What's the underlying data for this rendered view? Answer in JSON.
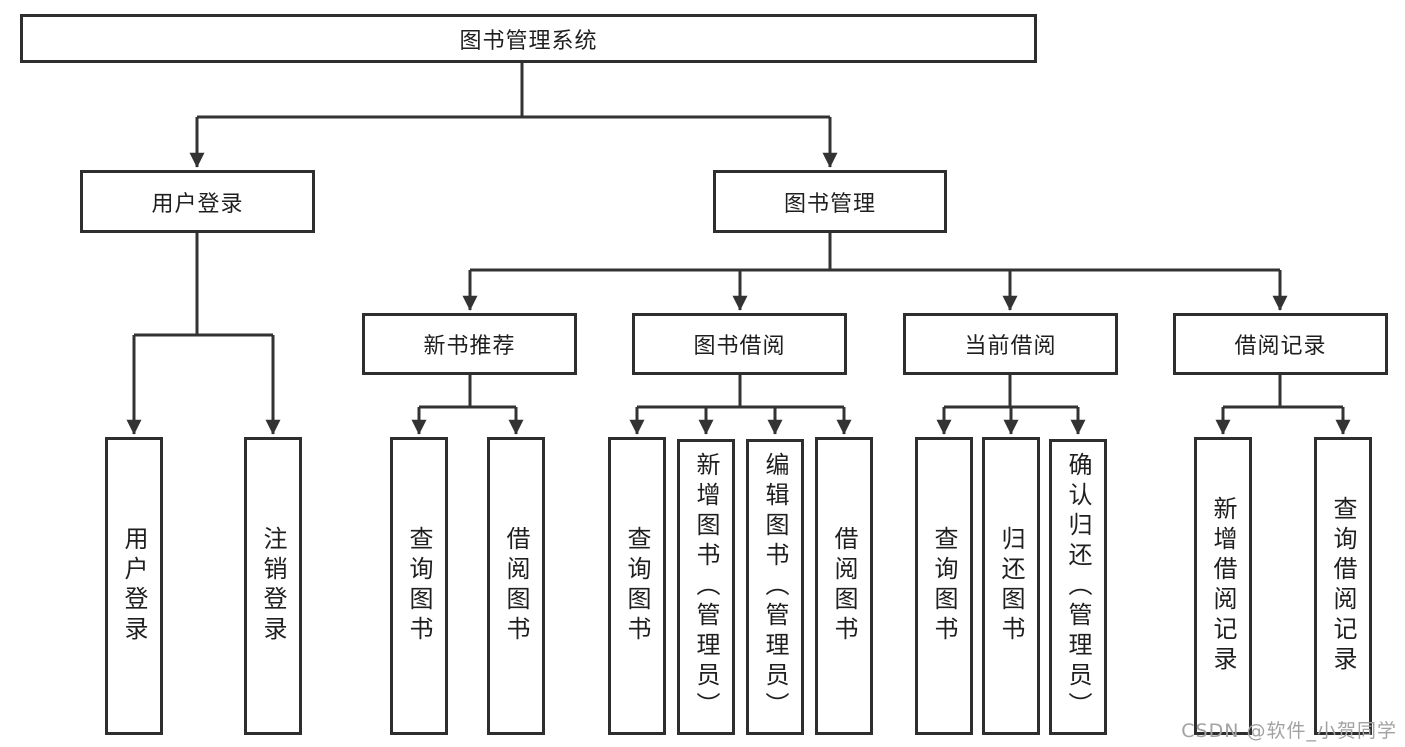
{
  "diagram": {
    "root": {
      "label": "图书管理系统"
    },
    "level2": [
      {
        "label": "用户登录",
        "children": [
          {
            "label": "用户登录"
          },
          {
            "label": "注销登录"
          }
        ]
      },
      {
        "label": "图书管理",
        "children": [
          {
            "label": "新书推荐",
            "children": [
              {
                "label": "查询图书"
              },
              {
                "label": "借阅图书"
              }
            ]
          },
          {
            "label": "图书借阅",
            "children": [
              {
                "label": "查询图书"
              },
              {
                "label": "新增图书（管理员）"
              },
              {
                "label": "编辑图书（管理员）"
              },
              {
                "label": "借阅图书"
              }
            ]
          },
          {
            "label": "当前借阅",
            "children": [
              {
                "label": "查询图书"
              },
              {
                "label": "归还图书"
              },
              {
                "label": "确认归还（管理员）"
              }
            ]
          },
          {
            "label": "借阅记录",
            "children": [
              {
                "label": "新增借阅记录"
              },
              {
                "label": "查询借阅记录"
              }
            ]
          }
        ]
      }
    ]
  },
  "watermark": "CSDN @软件_小贺同学",
  "colors": {
    "line": "#333333",
    "border": "#2e2e2e",
    "text": "#1f1f1f",
    "watermark": "#a2a2a2",
    "background": "#ffffff"
  }
}
